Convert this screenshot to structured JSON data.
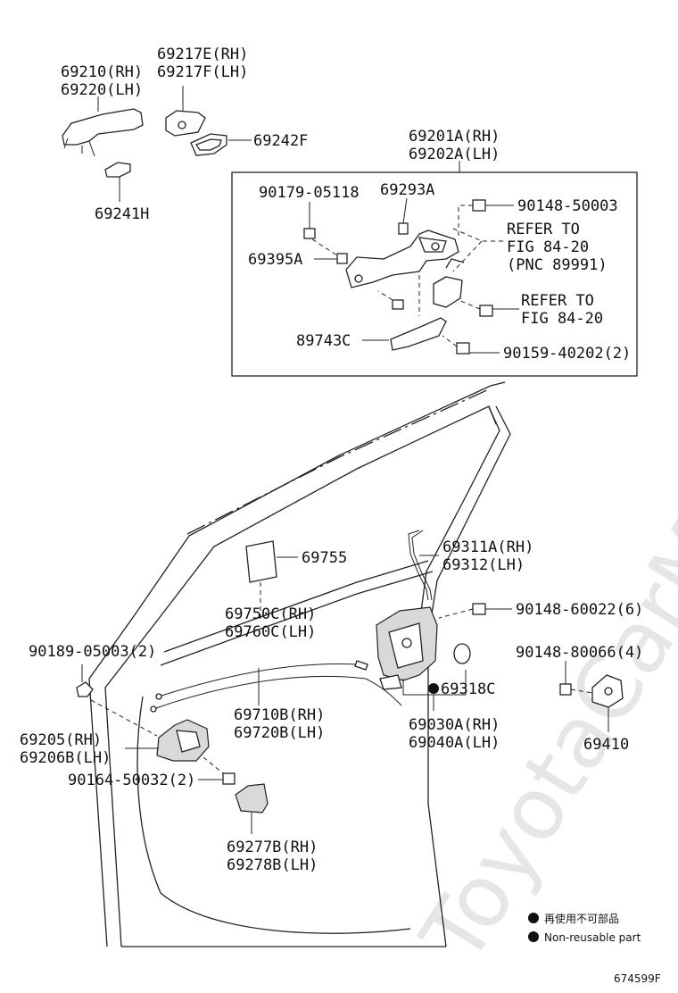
{
  "watermark": "ToyotaCarMine.ru",
  "labels": {
    "p69217e": "69217E(RH)",
    "p69217f": "69217F(LH)",
    "p69210": "69210(RH)",
    "p69220": "69220(LH)",
    "p69242f": "69242F",
    "p69241h": "69241H",
    "p69201a": "69201A(RH)",
    "p69202a": "69202A(LH)",
    "p90179": "90179-05118",
    "p69293a": "69293A",
    "p90148_50003": "90148-50003",
    "refer1_a": "REFER TO",
    "refer1_b": "FIG 84-20",
    "refer1_c": "(PNC 89991)",
    "p69395a": "69395A",
    "refer2_a": "REFER TO",
    "refer2_b": "FIG 84-20",
    "p89743c": "89743C",
    "p90159": "90159-40202(2)",
    "p69755": "69755",
    "p69311a": "69311A(RH)",
    "p69312": "69312(LH)",
    "p69750c": "69750C(RH)",
    "p69760c": "69760C(LH)",
    "p90148_60022": "90148-60022(6)",
    "p90189": "90189-05003(2)",
    "p90148_80066": "90148-80066(4)",
    "p69318c": "69318C",
    "p69710b": "69710B(RH)",
    "p69720b": "69720B(LH)",
    "p69030a": "69030A(RH)",
    "p69040a": "69040A(LH)",
    "p69410": "69410",
    "p69205": "69205(RH)",
    "p69206b": "69206B(LH)",
    "p90164": "90164-50032(2)",
    "p69277b": "69277B(RH)",
    "p69278b": "69278B(LH)"
  },
  "legend": {
    "line1": "再使用不可部品",
    "line2": "Non-reusable part"
  },
  "figure_id": "674599F"
}
